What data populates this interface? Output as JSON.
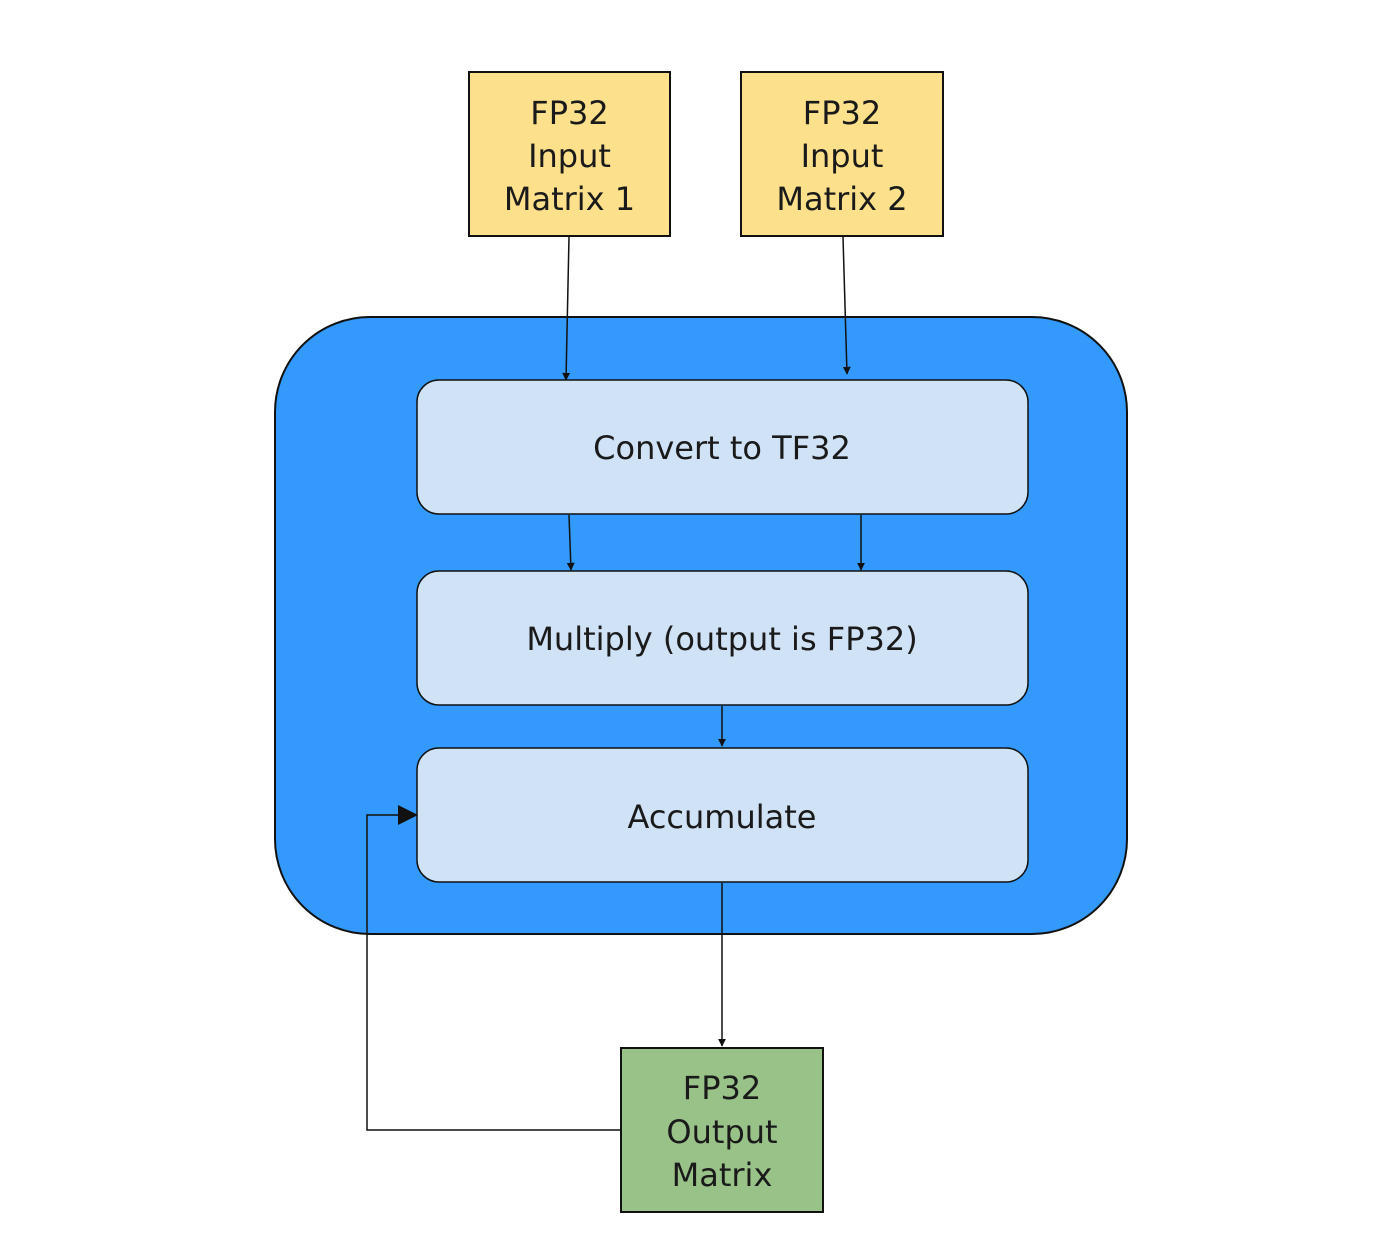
{
  "diagram": {
    "inputs": [
      {
        "lines": [
          "FP32",
          "Input",
          "Matrix 1"
        ],
        "fill": "#fce08b"
      },
      {
        "lines": [
          "FP32",
          "Input",
          "Matrix 2"
        ],
        "fill": "#fce08b"
      }
    ],
    "container_fill": "#3399fc",
    "stage_fill": "#d0e2f6",
    "stages": [
      {
        "label": "Convert to TF32"
      },
      {
        "label": "Multiply (output is FP32)"
      },
      {
        "label": "Accumulate"
      }
    ],
    "output": {
      "lines": [
        "FP32",
        "Output",
        "Matrix"
      ],
      "fill": "#98c288"
    }
  }
}
